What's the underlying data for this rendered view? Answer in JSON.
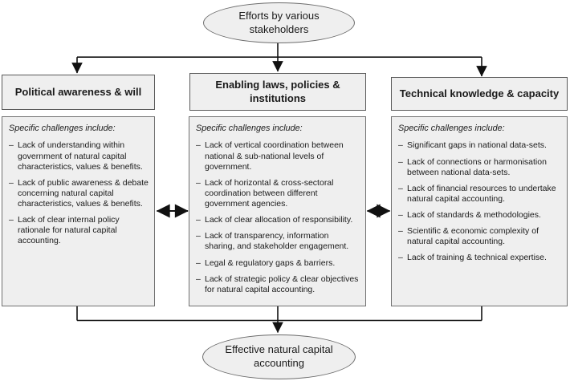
{
  "top_ellipse": {
    "label": "Efforts by various stakeholders"
  },
  "bottom_ellipse": {
    "label": "Effective natural capital accounting"
  },
  "bullet_glyph": "–",
  "columns": [
    {
      "title": "Political awareness & will",
      "intro": "Specific challenges include:",
      "items": [
        "Lack of understanding within government of natural capital characteristics, values & benefits.",
        "Lack of public awareness & debate concerning natural capital characteristics, values & benefits.",
        "Lack of clear internal policy rationale for natural capital accounting."
      ]
    },
    {
      "title": "Enabling laws, policies & institutions",
      "intro": "Specific challenges include:",
      "items": [
        "Lack of vertical coordination between national & sub-national levels of government.",
        "Lack of horizontal & cross-sectoral coordination between different government agencies.",
        "Lack of clear allocation of responsibility.",
        "Lack of transparency, information sharing, and stakeholder engagement.",
        "Legal & regulatory gaps & barriers.",
        "Lack of strategic policy & clear objectives for natural capital accounting."
      ]
    },
    {
      "title": "Technical knowledge & capacity",
      "intro": "Specific challenges include:",
      "items": [
        "Significant gaps in national data-sets.",
        "Lack of connections or harmonisation between national data-sets.",
        "Lack of financial resources to undertake natural capital accounting.",
        "Lack of standards & methodologies.",
        "Scientific & economic complexity of natural capital accounting.",
        "Lack of training & technical expertise."
      ]
    }
  ],
  "colors": {
    "box_fill": "#efefef",
    "header_border": "#595959",
    "content_border": "#707070",
    "line": "#111111"
  }
}
